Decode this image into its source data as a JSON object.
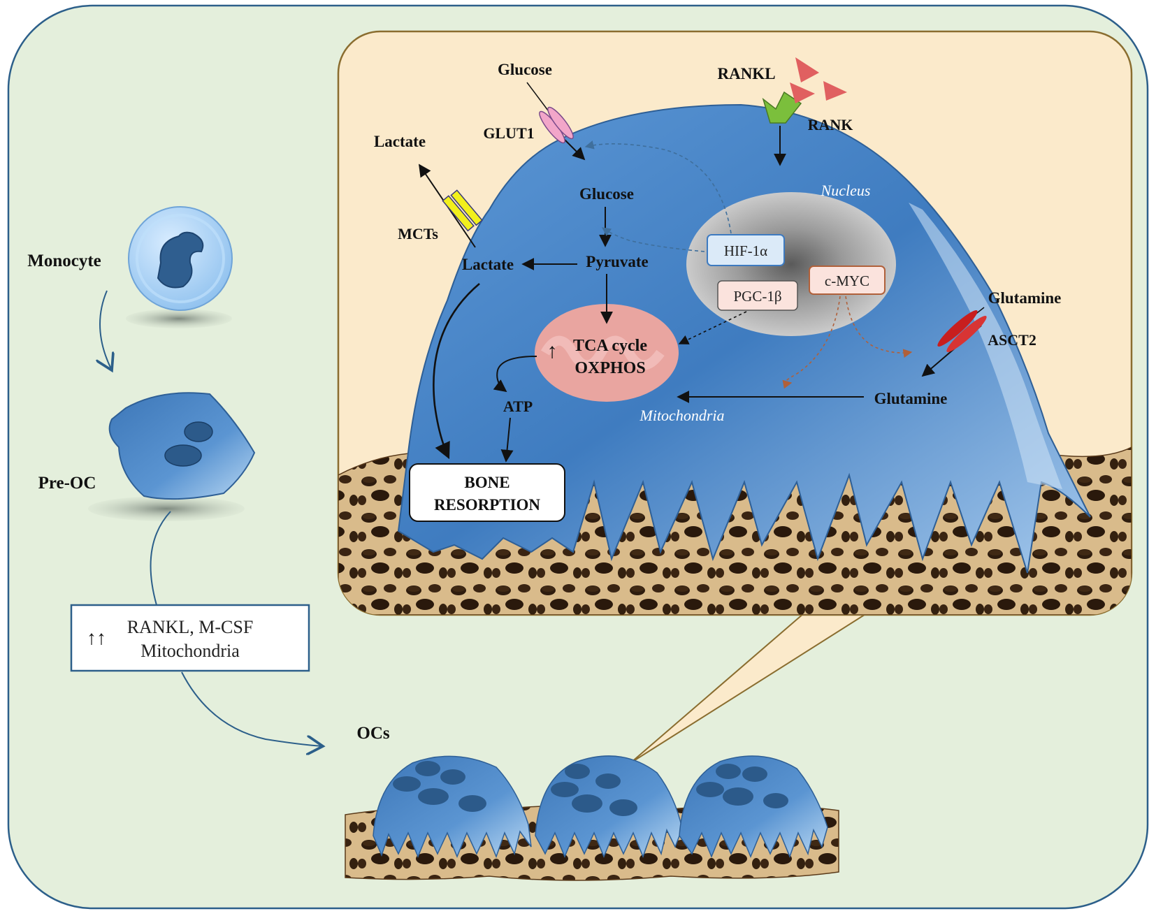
{
  "labels": {
    "monocyte": "Monocyte",
    "pre_oc": "Pre-OC",
    "ocs": "OCs",
    "differentiation_box_line1": "RANKL, M-CSF",
    "differentiation_box_line2": "Mitochondria",
    "differentiation_box_arrows": "↑↑",
    "glucose_out": "Glucose",
    "glut1": "GLUT1",
    "lactate_out": "Lactate",
    "mcts": "MCTs",
    "rankl": "RANKL",
    "rank": "RANK",
    "nucleus": "Nucleus",
    "glucose_in": "Glucose",
    "pyruvate": "Pyruvate",
    "lactate_in": "Lactate",
    "hif1a": "HIF-1α",
    "pgc1b": "PGC-1β",
    "cmyc": "c-MYC",
    "tca_line1": "TCA cycle",
    "tca_line2": "OXPHOS",
    "tca_up": "↑",
    "atp": "ATP",
    "mitochondria": "Mitochondria",
    "glutamine_out": "Glutamine",
    "asct2": "ASCT2",
    "glutamine_in": "Glutamine",
    "bone_resorption_line1": "BONE",
    "bone_resorption_line2": "RESORPTION"
  },
  "colors": {
    "outer_panel": "#e4efdc",
    "outer_border": "#2c5f8a",
    "inset_panel": "#fbeacb",
    "inset_border": "#8a6d2f",
    "cell_blue": "#4a86c8",
    "cell_light": "#a9cdef",
    "nucleus_gray": "#b8b8b8",
    "mito_pink": "#e9a5a0",
    "bone_tan": "#d8b888",
    "bone_dark": "#3a2412",
    "glut1_pink": "#f2a6c9",
    "mct_yellow": "#f2f01c",
    "asct2_red": "#c81e1e",
    "rankl_red": "#e06060",
    "rank_green": "#7bbf3c",
    "cmyc_arrow": "#b0603a"
  },
  "icons": [
    "monocyte-cell-icon",
    "pre-oc-cell-icon",
    "osteoclast-icon",
    "bone-matrix-icon",
    "rankl-ligand-icon",
    "rank-receptor-icon",
    "glut1-transporter-icon",
    "mct-transporter-icon",
    "asct2-transporter-icon"
  ]
}
